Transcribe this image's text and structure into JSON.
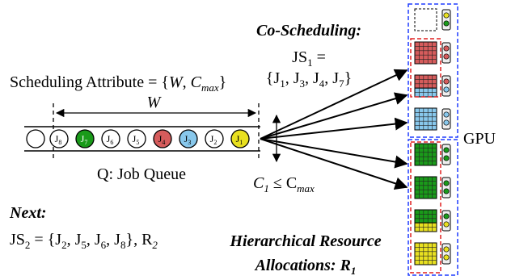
{
  "co_scheduling": {
    "title": "Co-Scheduling:",
    "js_prefix": "JS",
    "js_sub": "1",
    "equals": " =",
    "set_open": "{J",
    "members": [
      "1",
      "3",
      "4",
      "7"
    ],
    "set_close": "}"
  },
  "attribute": {
    "prefix": "Scheduling Attribute = {",
    "w": "W",
    "sep": ", ",
    "c": "C",
    "c_sub": "max",
    "close": "}"
  },
  "w_label": "W",
  "queue": {
    "label": "Q: Job Queue",
    "jobs": [
      {
        "label": "J",
        "sub": "8",
        "color": "#ffffff"
      },
      {
        "label": "J",
        "sub": "7",
        "color": "#1a9a1a"
      },
      {
        "label": "J",
        "sub": "6",
        "color": "#ffffff"
      },
      {
        "label": "J",
        "sub": "5",
        "color": "#ffffff"
      },
      {
        "label": "J",
        "sub": "4",
        "color": "#d65c5c"
      },
      {
        "label": "J",
        "sub": "3",
        "color": "#88c8ec"
      },
      {
        "label": "J",
        "sub": "2",
        "color": "#ffffff"
      },
      {
        "label": "J",
        "sub": "1",
        "color": "#e8e020"
      }
    ]
  },
  "constraint": {
    "c": "C",
    "c_sub": "1",
    "le": " ≤ C",
    "max_sub": "max"
  },
  "gpu_label": "GPU",
  "next": {
    "title": "Next:",
    "js_prefix": "JS",
    "js_sub": "2",
    "equals": " = {J",
    "members": [
      "2",
      "5",
      "6",
      "8"
    ],
    "tail": "}, R",
    "r_sub": "2"
  },
  "hierarchical": {
    "line1": "Hierarchical Resource",
    "line2": "Allocations: R",
    "r_sub": "1"
  },
  "gpu_slots": [
    {
      "type": "empty"
    },
    {
      "type": "grid",
      "color": "#d65c5c"
    },
    {
      "type": "split",
      "top": "#d65c5c",
      "bottom": "#88c8ec"
    },
    {
      "type": "grid",
      "color": "#88c8ec"
    },
    {
      "type": "grid",
      "color": "#1a9a1a"
    },
    {
      "type": "grid",
      "color": "#1a9a1a"
    },
    {
      "type": "split",
      "top": "#1a9a1a",
      "bottom": "#e8e020"
    },
    {
      "type": "grid",
      "color": "#e8e020"
    }
  ],
  "colors": {
    "green": "#1a9a1a",
    "red": "#d65c5c",
    "blue": "#88c8ec",
    "yellow": "#e8e020",
    "dashed_blue": "#1e3cff",
    "dashed_red": "#e02020"
  }
}
